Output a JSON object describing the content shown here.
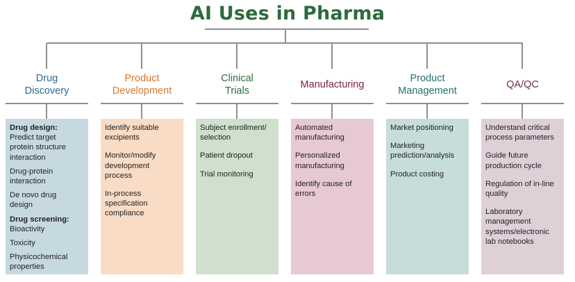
{
  "title": "AI Uses in Pharma",
  "colors": {
    "title": "#2e6b3c",
    "connector": "#8f8f8f"
  },
  "columns": [
    {
      "label": "Drug\nDiscovery",
      "label_color": "#2b6b8f",
      "box_color": "#c6d9e1",
      "sections": [
        {
          "heading": "Drug design:",
          "items": [
            "Predict target\nprotein structure\ninteraction",
            "Drug-protein\ninteraction",
            "De novo drug\ndesign"
          ]
        },
        {
          "heading": "Drug screening:",
          "items": [
            "Bioactivity",
            "Toxicity",
            "Physicochemical\nproperties"
          ]
        }
      ]
    },
    {
      "label": "Product\nDevelopment",
      "label_color": "#d9772c",
      "box_color": "#f9dcc6",
      "items": [
        "Identify suitable\nexcipients",
        "Monitor/modify\ndevelopment\nprocess",
        "In-process\nspecification\ncompliance"
      ]
    },
    {
      "label": "Clinical\nTrials",
      "label_color": "#2e6b3c",
      "box_color": "#cfe0cd",
      "items": [
        "Subject enrollment/\nselection",
        "Patient dropout",
        "Trial monitoring"
      ]
    },
    {
      "label": "Manufacturing",
      "label_color": "#7a1f3d",
      "box_color": "#e7c9d1",
      "items": [
        "Automated\nmanufacturing",
        "Personalized\nmanufacturing",
        "Identify cause of\nerrors"
      ]
    },
    {
      "label": "Product\nManagement",
      "label_color": "#23706f",
      "box_color": "#c6ddda",
      "items": [
        "Market positioning",
        "Marketing\nprediction/analysis",
        "Product costing"
      ]
    },
    {
      "label": "QA/QC",
      "label_color": "#6b2e4f",
      "box_color": "#dfd0d8",
      "items": [
        "Understand critical\nprocess parameters",
        "Guide future\nproduction cycle",
        "Regulation of in-line\nquality",
        "Laboratory\nmanagement\nsystems/electronic\nlab notebooks"
      ]
    }
  ]
}
